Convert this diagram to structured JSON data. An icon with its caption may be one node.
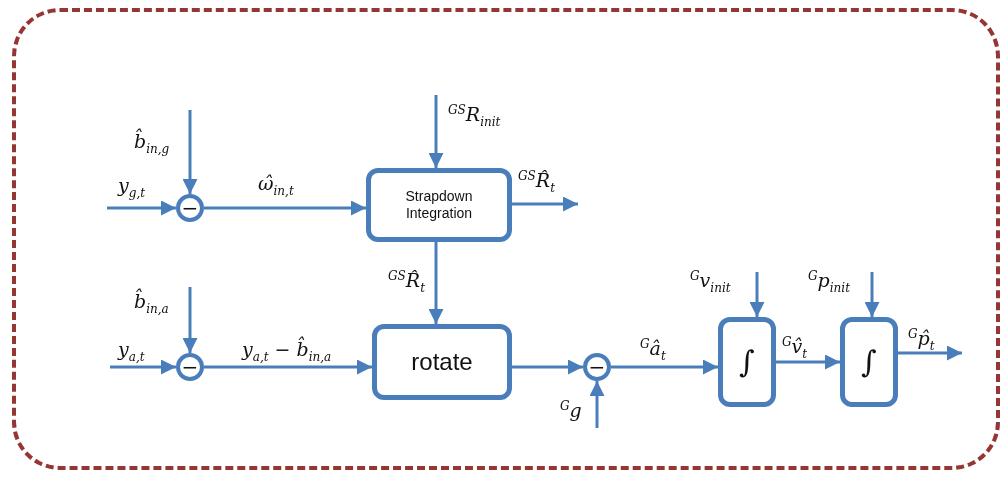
{
  "diagram": {
    "nodes": [
      {
        "text": [],
        "shape": "box"
      },
      {
        "text": [
          "−"
        ],
        "in": 0
      },
      {
        "text": [
          "Strapdown Integration"
        ],
        "in": 0
      },
      {
        "text": [
          "−"
        ],
        "in": 0
      },
      {
        "text": [
          "rotate"
        ],
        "in": 0
      },
      {
        "text": [
          "−"
        ],
        "in": 0
      },
      {
        "text": [
          "∫"
        ],
        "in": 0
      },
      {
        "text": [
          "∫"
        ],
        "in": 0
      }
    ],
    "edges": [
      {
        "from": null,
        "to": 1,
        "arrow": "to",
        "label": "y$_{g,t}$"
      },
      {
        "from": null,
        "to": 1,
        "arrow": "to",
        "label": "b̂$_{in,g}$"
      },
      {
        "from": 1,
        "to": 2,
        "arrow": "to",
        "label": "ω̂$_{in,t}$"
      },
      {
        "from": null,
        "to": 2,
        "arrow": "to",
        "label": "$^{GS}$R$_{init}$"
      },
      {
        "from": 2,
        "to": null,
        "arrow": "to",
        "label": "$^{GS}$R̂$_{t}$"
      },
      {
        "from": 2,
        "to": 4,
        "arrow": "to",
        "label": "$^{GS}$R̂$_{t}$"
      },
      {
        "from": null,
        "to": 3,
        "arrow": "to",
        "label": "y$_{a,t}$"
      },
      {
        "from": null,
        "to": 3,
        "arrow": "to",
        "label": "b̂$_{in,a}$"
      },
      {
        "from": 3,
        "to": 4,
        "arrow": "to",
        "label": "y$_{a,t}$ − b̂$_{in,a}$"
      },
      {
        "from": 4,
        "to": 5,
        "arrow": "to"
      },
      {
        "from": null,
        "to": 5,
        "arrow": "to",
        "label": "$^{G}$g"
      },
      {
        "from": 5,
        "to": 6,
        "arrow": "to",
        "label": "$^{G}$â$_{t}$"
      },
      {
        "from": null,
        "to": 6,
        "arrow": "to",
        "label": "$^{G}$v$_{init}$"
      },
      {
        "from": 6,
        "to": 7,
        "arrow": "to",
        "label": "$^{G}$v̂$_{t}$"
      },
      {
        "from": null,
        "to": 7,
        "arrow": "to",
        "label": "$^{G}$p$_{init}$"
      },
      {
        "from": 7,
        "to": null,
        "arrow": "to",
        "label": "$^{G}$p̂$_{t}$"
      }
    ]
  }
}
